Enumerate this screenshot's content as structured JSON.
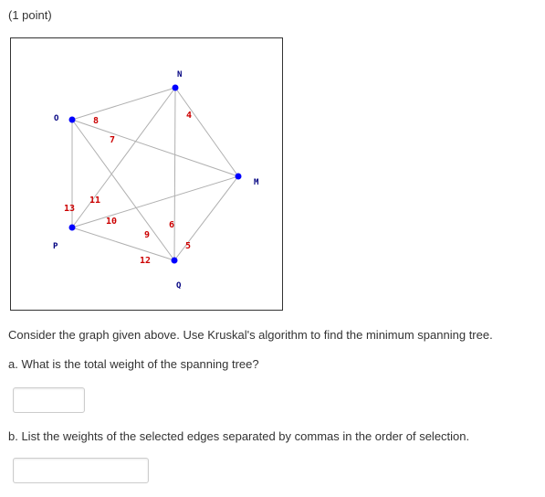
{
  "header": {
    "points": "(1 point)"
  },
  "graph": {
    "vertices": [
      {
        "label": "N"
      },
      {
        "label": "M"
      },
      {
        "label": "Q"
      },
      {
        "label": "P"
      },
      {
        "label": "O"
      }
    ],
    "edges": [
      {
        "weight": "8"
      },
      {
        "weight": "7"
      },
      {
        "weight": "13"
      },
      {
        "weight": "4"
      },
      {
        "weight": "11"
      },
      {
        "weight": "6"
      },
      {
        "weight": "10"
      },
      {
        "weight": "5"
      },
      {
        "weight": "9"
      },
      {
        "weight": "12"
      }
    ]
  },
  "question": {
    "intro": "Consider the graph given above. Use Kruskal's algorithm to find the minimum spanning tree.",
    "part_a": "a. What is the total weight of the spanning tree?",
    "part_b": "b. List the weights of the selected edges separated by commas in the order of selection."
  },
  "inputs": {
    "total_weight": {
      "value": ""
    },
    "edge_list": {
      "value": ""
    }
  },
  "colors": {
    "vertex": "#0000ff",
    "vertex_label": "#000080",
    "weight_label": "#cc0000",
    "edge": "#b0b0b0"
  }
}
